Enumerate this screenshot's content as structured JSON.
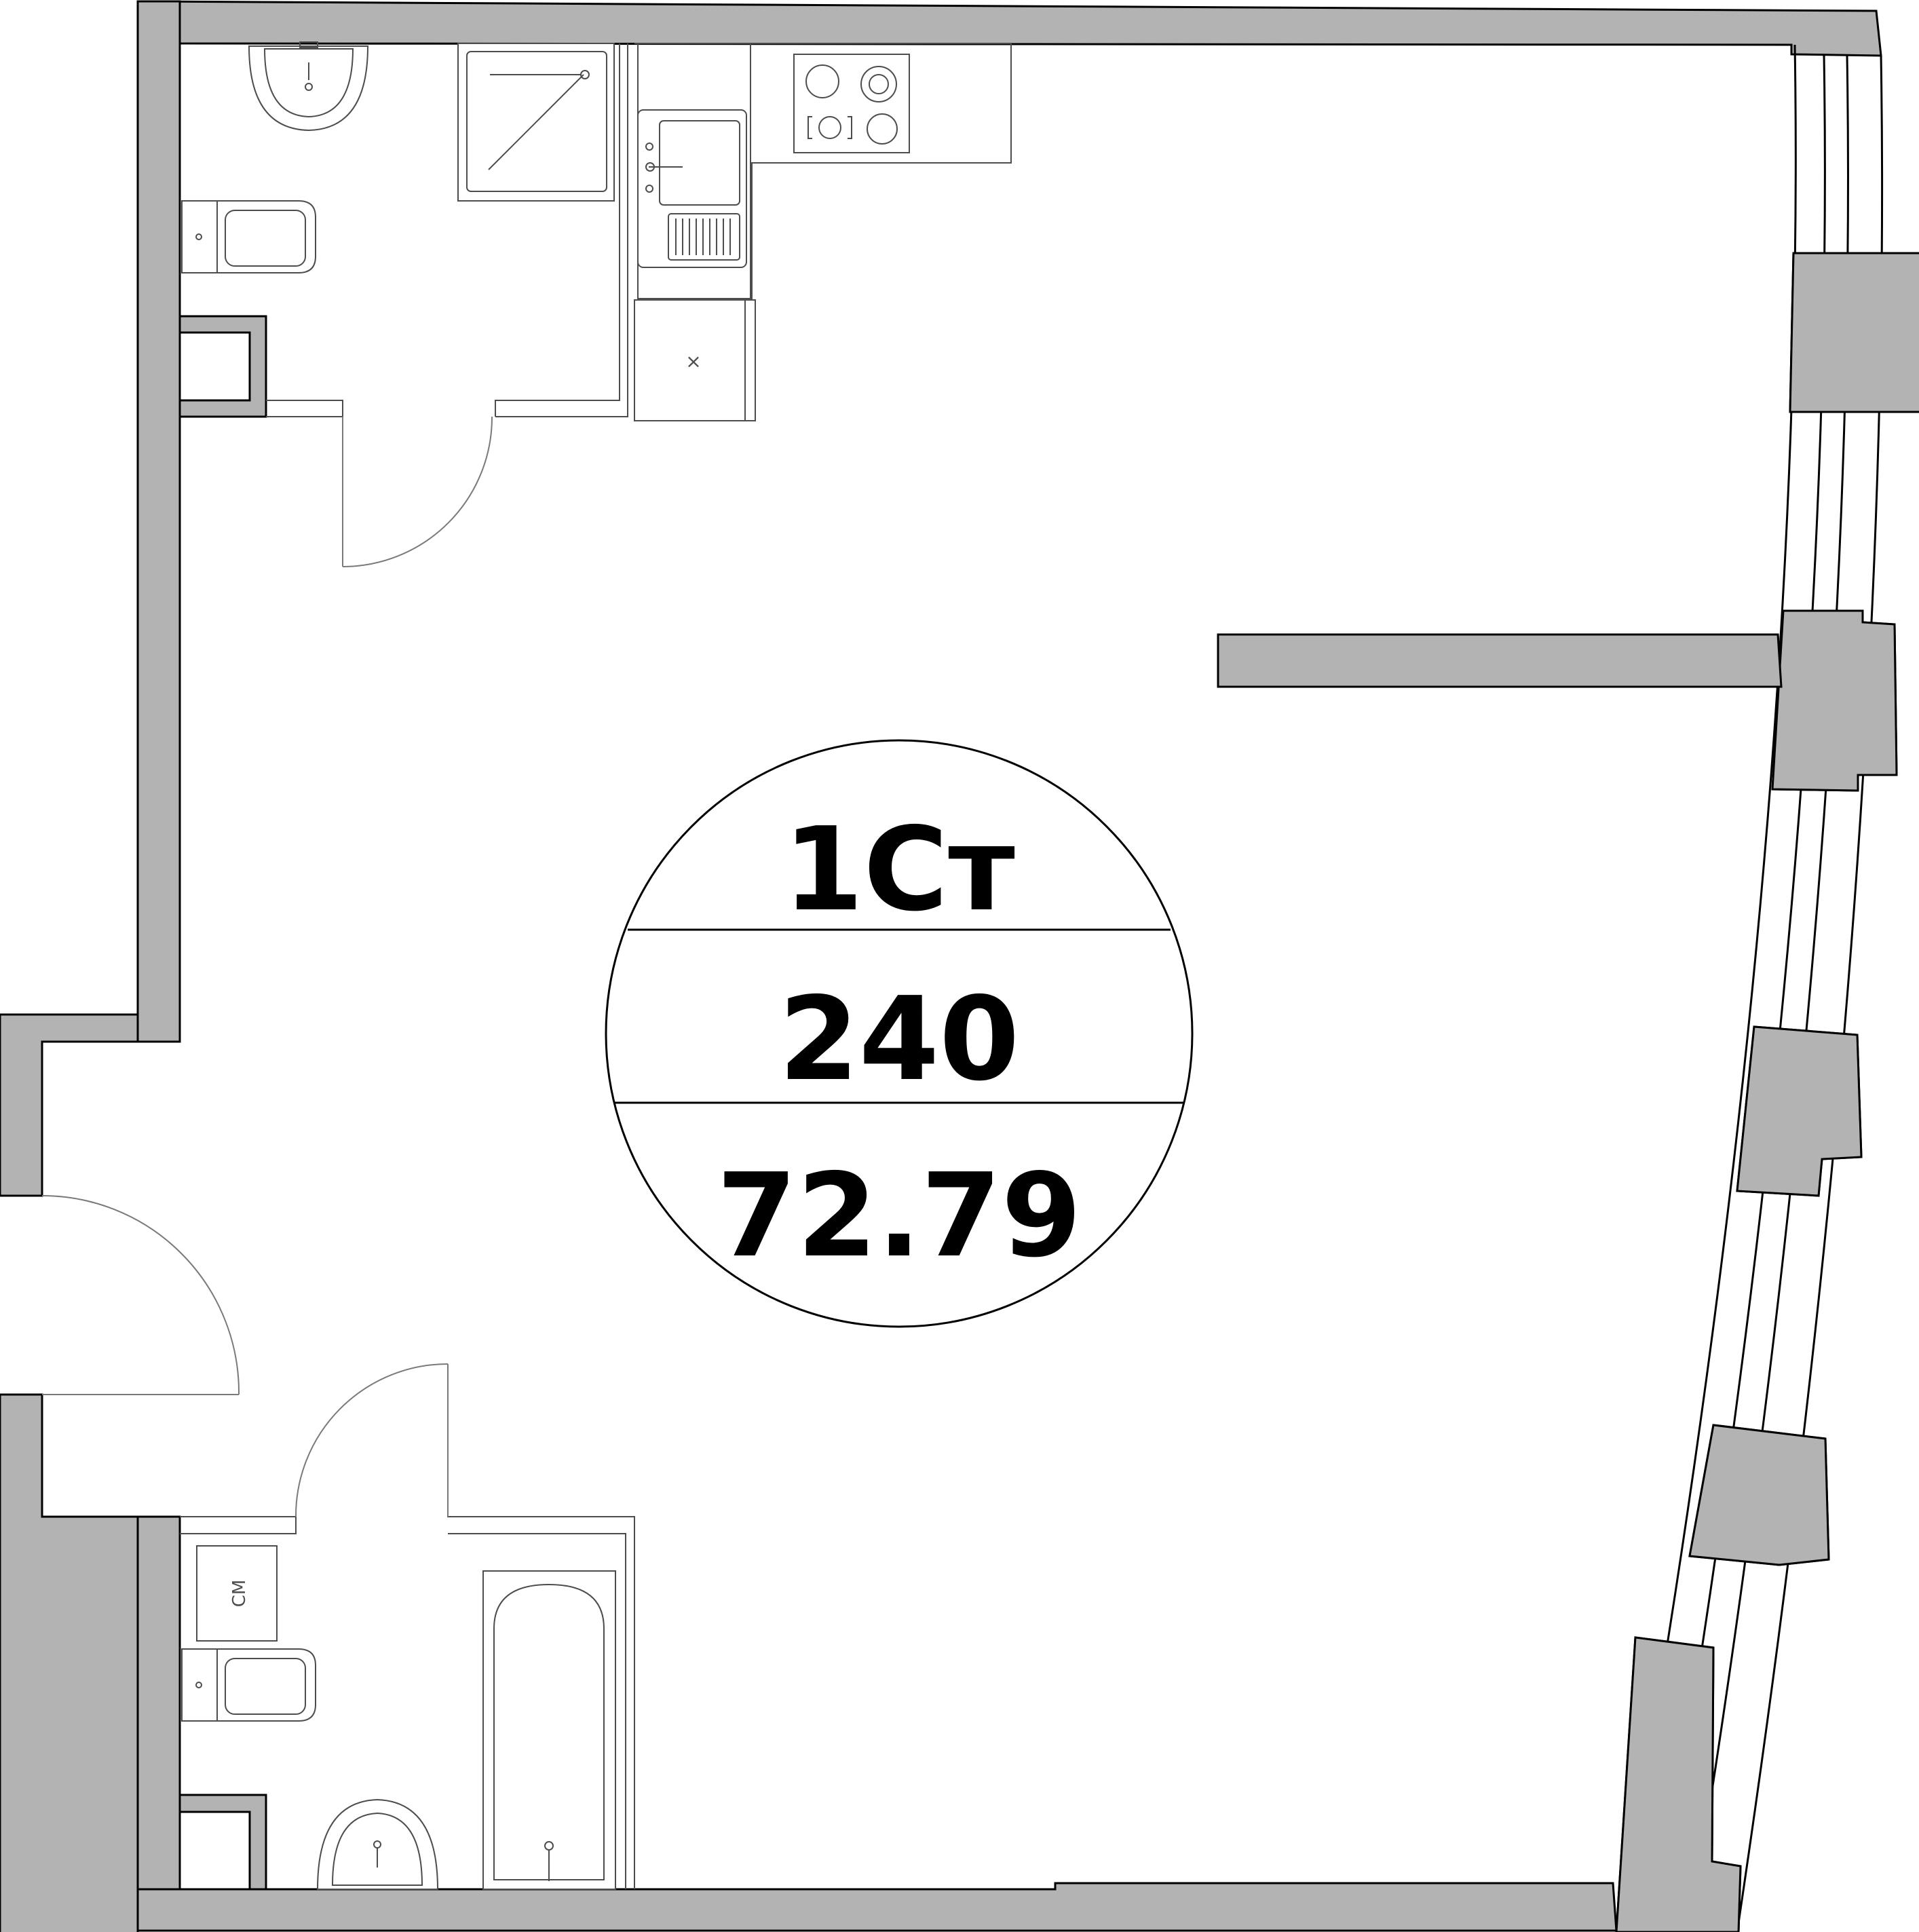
{
  "plan": {
    "unit_type": "1Ст",
    "unit_number": "240",
    "area": "72.79",
    "washer_label": "СМ",
    "fridge_mark": "×",
    "colors": {
      "wall_fill": "#b3b3b3",
      "line": "#000000",
      "fixture_line": "#4d4d4d",
      "background": "#ffffff"
    }
  }
}
